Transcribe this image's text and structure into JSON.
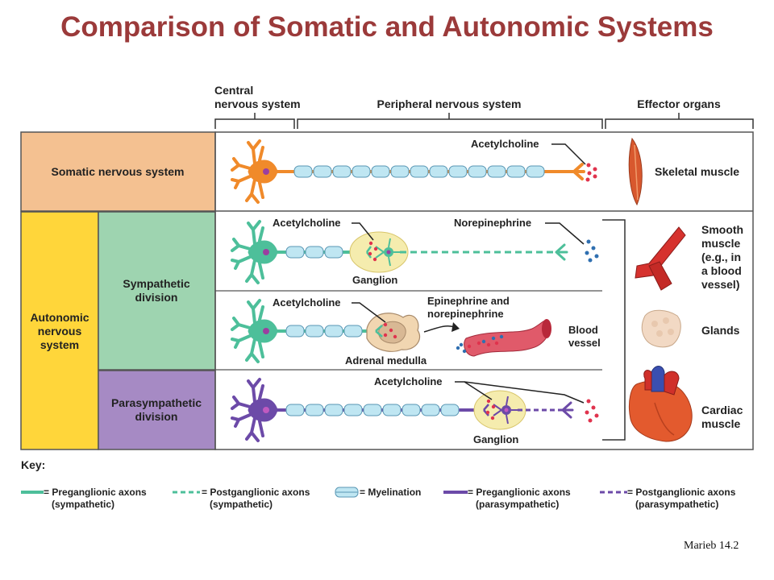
{
  "title": "Comparison of Somatic and Autonomic Systems",
  "brackets": {
    "cns": [
      "Central",
      "nervous system"
    ],
    "pns": "Peripheral nervous system",
    "effector": "Effector organs"
  },
  "rows": {
    "somatic": "Somatic nervous system",
    "autonomic": [
      "Autonomic",
      "nervous",
      "system"
    ],
    "sympathetic": [
      "Sympathetic",
      "division"
    ],
    "parasympathetic": [
      "Parasympathetic",
      "division"
    ]
  },
  "labels": {
    "ach_somatic": "Acetylcholine",
    "ach_symp": "Acetylcholine",
    "norepinephrine": "Norepinephrine",
    "ganglion_symp": "Ganglion",
    "ach_adrenal": "Acetylcholine",
    "epi": [
      "Epinephrine and",
      "norepinephrine"
    ],
    "adrenal": "Adrenal medulla",
    "blood_vessel": [
      "Blood",
      "vessel"
    ],
    "ach_para_1": "Acetylcholine",
    "ganglion_para": "Ganglion"
  },
  "effectors": {
    "skeletal": "Skeletal muscle",
    "smooth": [
      "Smooth",
      "muscle",
      "(e.g., in",
      "a blood",
      "vessel)"
    ],
    "glands": "Glands",
    "cardiac": [
      "Cardiac",
      "muscle"
    ]
  },
  "key": {
    "title": "Key:",
    "items": [
      [
        "= Preganglionic axons",
        "(sympathetic)"
      ],
      [
        "= Postganglionic axons",
        "(sympathetic)"
      ],
      [
        "= Myelination",
        ""
      ],
      [
        "= Preganglionic axons",
        "(parasympathetic)"
      ],
      [
        "= Postganglionic axons",
        "(parasympathetic)"
      ]
    ]
  },
  "credit": "Marieb 14.2",
  "colors": {
    "title": "#9b3a3a",
    "somatic_fill": "#f4c191",
    "autonomic_fill": "#ffd63a",
    "sympathetic_fill": "#9ed4b0",
    "parasympathetic_fill": "#a68ac4",
    "somatic_neuron": "#f08a2a",
    "sympathetic_neuron": "#4dbf9a",
    "parasympathetic_neuron": "#6c4aa8",
    "myelin": "#bfe6f2",
    "ganglion": "#f5ecae"
  }
}
